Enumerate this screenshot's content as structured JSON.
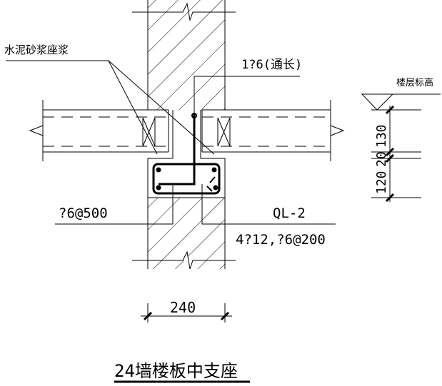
{
  "labels": {
    "mortar": "水泥砂浆座浆",
    "top_bar": "1?6(通长)",
    "stirrup_tie": "?6@500",
    "beam_name": "QL-2",
    "beam_rebar": "4?12,?6@200",
    "floor_level": "楼层标高",
    "dim_width": "240",
    "dim_120": "120",
    "dim_20": "20",
    "dim_130": "130",
    "title": "24墙楼板中支座"
  }
}
